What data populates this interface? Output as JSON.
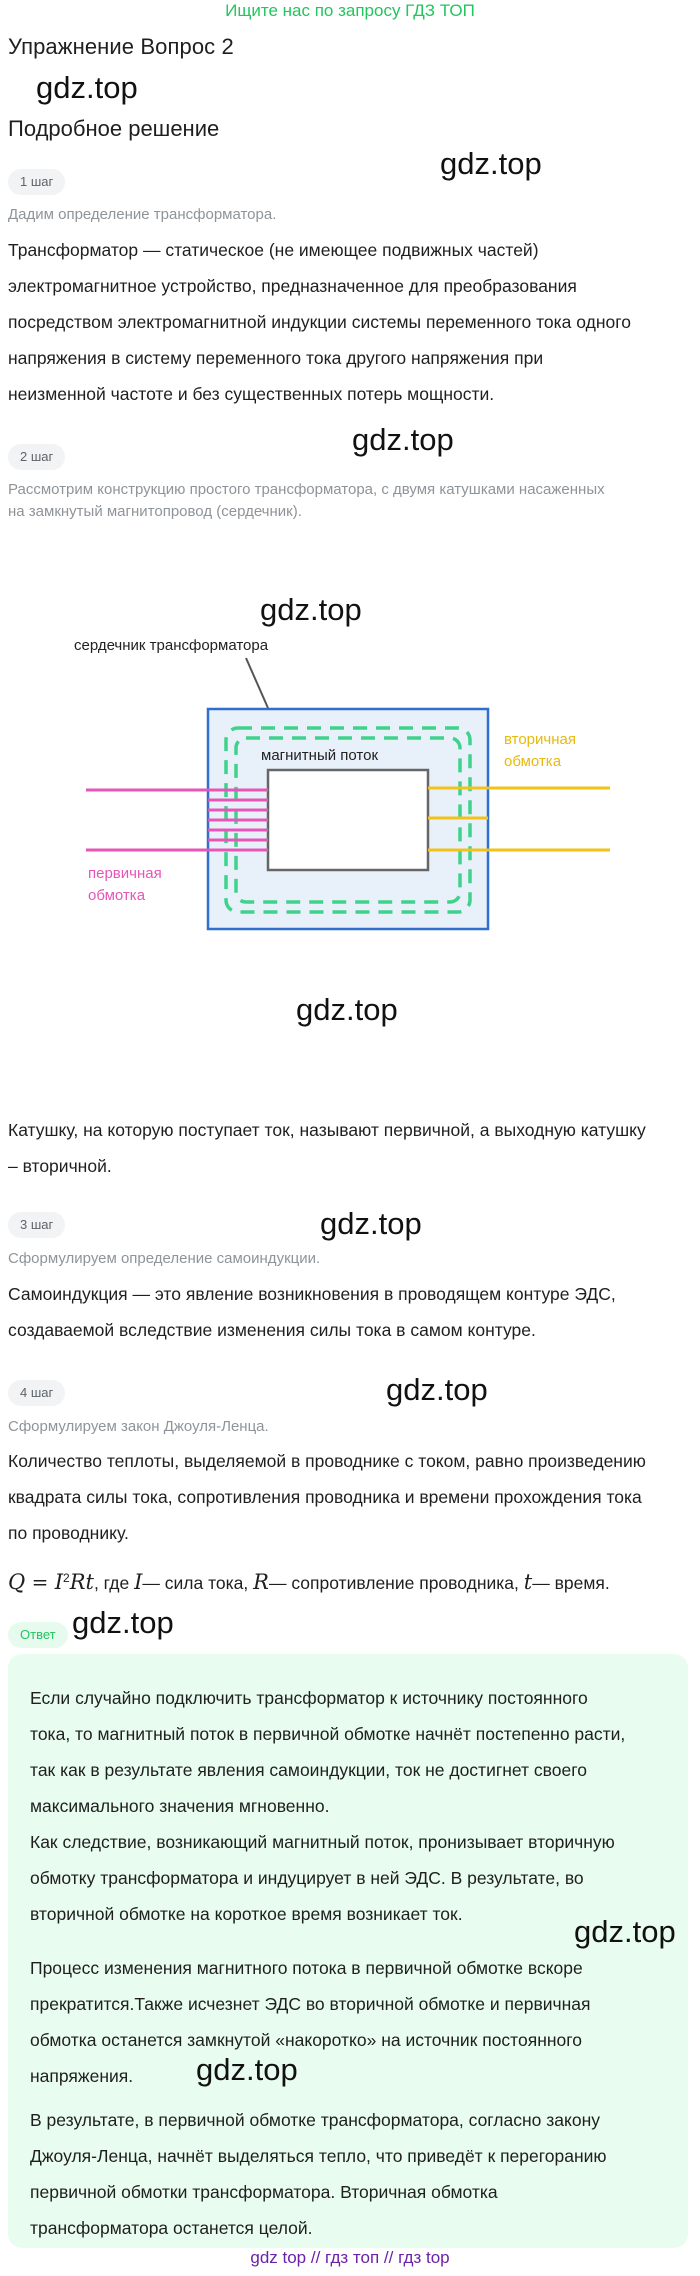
{
  "top_link": "Ищите нас по запросу ГДЗ ТОП",
  "title": "Упражнение Вопрос 2",
  "subtitle": "Подробное решение",
  "watermark": "gdz.top",
  "steps": {
    "s1": {
      "label": "1 шаг",
      "intro": "Дадим определение трансформатора.",
      "lines": [
        "Трансформатор — статическое (не имеющее подвижных частей)",
        "электромагнитное устройство, предназначенное для преобразования",
        "посредством электромагнитной индукции системы переменного тока одного",
        "напряжения в систему переменного тока другого напряжения при",
        "неизменной частоте и без существенных потерь мощности."
      ]
    },
    "s2": {
      "label": "2 шаг",
      "intro": [
        "Рассмотрим конструкцию простого трансформатора, с двумя катушками насаженных",
        "на замкнутый магнитопровод (сердечник)."
      ]
    },
    "s3": {
      "label": "3 шаг",
      "intro": "Сформулируем определение самоиндукции.",
      "lines": [
        "Самоиндукция — это явление возникновения в проводящем контуре ЭДС,",
        "создаваемой вследствие изменения силы тока в самом контуре."
      ]
    },
    "s4": {
      "label": "4 шаг",
      "intro": "Сформулируем закон Джоуля-Ленца.",
      "lines": [
        "Количество теплоты, выделяемой в проводнике с током, равно произведению",
        "квадрата силы тока, сопротивления проводника и времени прохождения тока",
        "по проводнику."
      ]
    }
  },
  "diagram": {
    "core_label": "сердечник трансформатора",
    "flux_label": "магнитный поток",
    "secondary_label_1": "вторичная",
    "secondary_label_2": "обмотка",
    "primary_label_1": "первичная",
    "primary_label_2": "обмотка",
    "colors": {
      "core": "#2f6fd0",
      "core_fill": "#e8f1fa",
      "flux": "#3fd28b",
      "primary": "#e556b6",
      "secondary": "#f2c21a",
      "window": "#666666"
    }
  },
  "coil_text": [
    "Катушку, на которую поступает ток, называют первичной, а выходную катушку",
    "– вторичной."
  ],
  "formula": {
    "lhs": "Q",
    "eq": " = ",
    "rhs_I": "I",
    "rhs_sup": "2",
    "rhs_Rt": "Rt",
    "t1": ", где ",
    "I": "I",
    "t2": "— сила тока, ",
    "R": "R",
    "t3": "— сопротивление проводника, ",
    "t": "t",
    "t4": "— время."
  },
  "answer_label": "Ответ",
  "answer": {
    "p1": [
      "Если случайно подключить трансформатор к источнику постоянного",
      "тока, то магнитный поток в первичной обмотке начнёт постепенно расти,",
      "так как в результате явления самоиндукции, ток не достигнет своего",
      "максимального значения мгновенно."
    ],
    "p2": [
      "Как следствие, возникающий магнитный поток, пронизывает вторичную",
      "обмотку трансформатора и индуцирует в ней ЭДС. В результате, во",
      "вторичной обмотке на короткое время возникает ток."
    ],
    "p3": [
      "Процесс изменения магнитного потока в первичной обмотке вскоре",
      "прекратится.Также исчезнет ЭДС во вторичной обмотке и первичная",
      "обмотка останется замкнутой «накоротко» на источник постоянного",
      "напряжения."
    ],
    "p4": [
      "В результате, в первичной обмотке трансформатора, согласно закону",
      "Джоуля-Ленца, начнёт выделяться тепло, что приведёт к перегоранию",
      "первичной обмотки трансформатора. Вторичная обмотка",
      "трансформатора останется целой."
    ]
  },
  "footer": {
    "a": "gdz top",
    "sep": "//",
    "b": "гдз топ",
    "c": "гдз top"
  }
}
